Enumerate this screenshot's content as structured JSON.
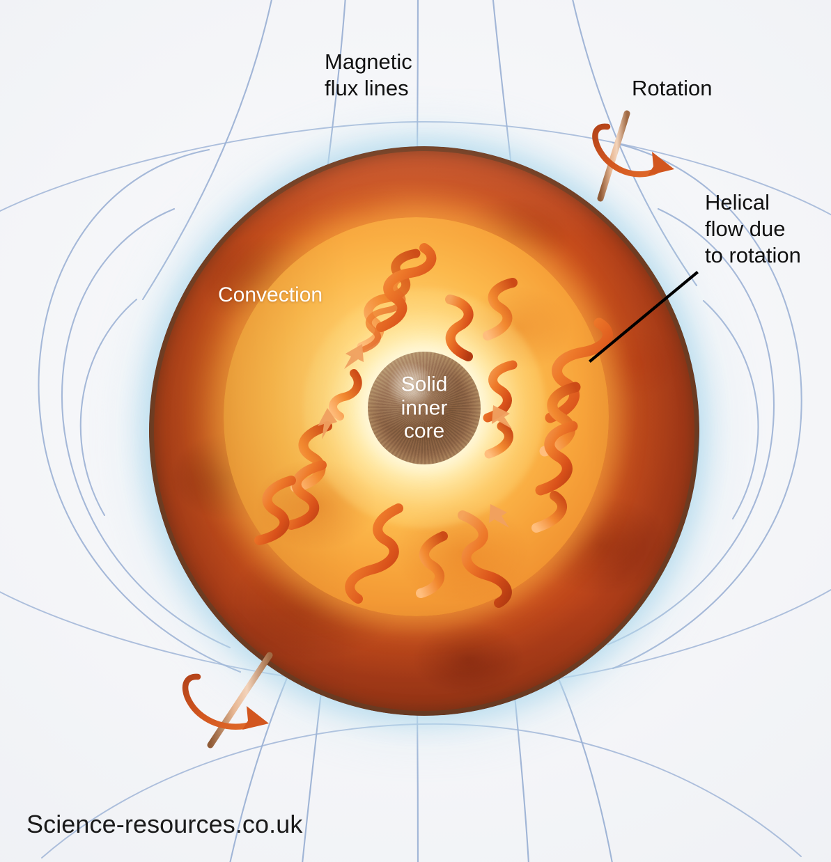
{
  "diagram": {
    "title": "Earth geodynamo cutaway",
    "background_color": "#f4f5f8"
  },
  "labels": {
    "magnetic_flux_lines": "Magnetic\nflux lines",
    "rotation": "Rotation",
    "helical_flow": "Helical\nflow due\nto rotation",
    "convection": "Convection",
    "solid_inner_core": "Solid\ninner\ncore"
  },
  "watermark": {
    "text": "Science-resources.co.uk"
  },
  "layers": [
    {
      "name": "crust",
      "color": "#5e4a36"
    },
    {
      "name": "surface",
      "color": "#3f80b5"
    },
    {
      "name": "mantle",
      "color": "#cf4d1d"
    },
    {
      "name": "outer-core",
      "color": "#f7a33a"
    },
    {
      "name": "inner-core",
      "color": "#7d5739"
    }
  ],
  "colors": {
    "flux_line": "#9ab0d4",
    "rotation_axis": "#c98a62",
    "rotation_arrow": "#d2561f",
    "helix": "#e8641f",
    "leader_line": "#000000",
    "atmosphere_glow": "#bfe0ef"
  },
  "icons": {
    "rotation_top": "rotation-axis-arrow-icon",
    "rotation_bottom": "rotation-axis-arrow-icon"
  },
  "flux_lines": {
    "count": 9,
    "description": "dipole magnetic field lines looping from south to north pole"
  },
  "helices": {
    "count": 10,
    "description": "helical convection columns with arrowheads pointing outward from the inner core"
  }
}
